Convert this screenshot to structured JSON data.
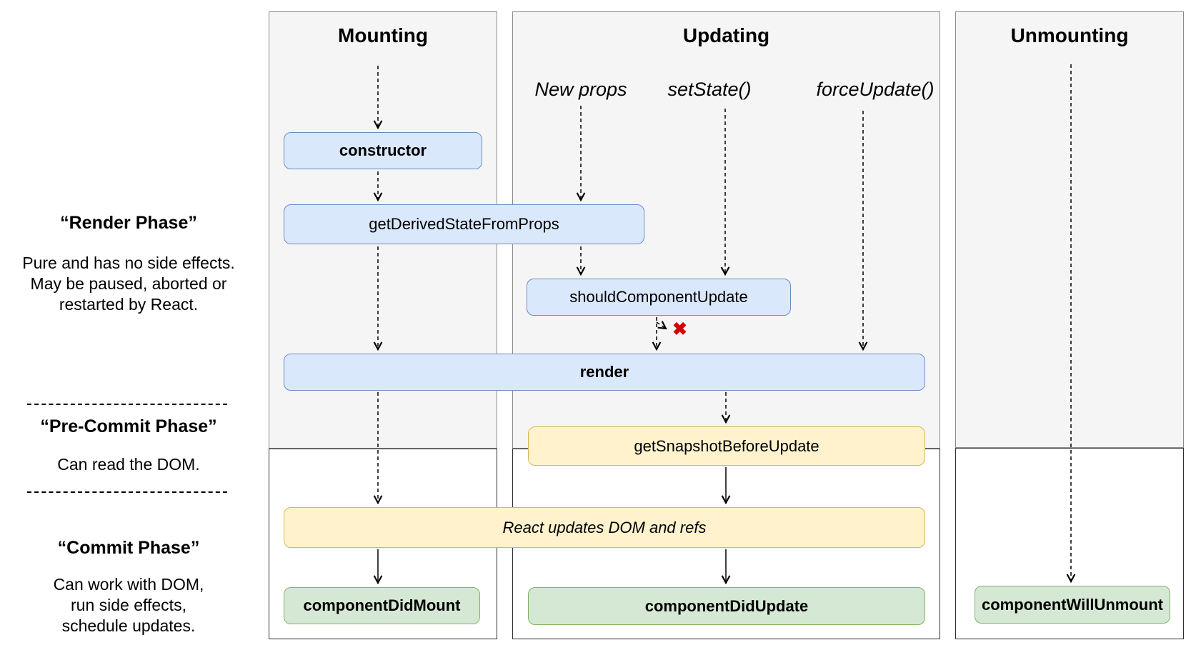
{
  "columns": {
    "mounting_title": "Mounting",
    "updating_title": "Updating",
    "unmounting_title": "Unmounting"
  },
  "triggers": {
    "new_props": "New props",
    "set_state": "setState()",
    "force_update": "forceUpdate()"
  },
  "boxes": {
    "constructor_box": "constructor",
    "get_derived_state_from_props": "getDerivedStateFromProps",
    "should_component_update": "shouldComponentUpdate",
    "render_box": "render",
    "get_snapshot_before_update": "getSnapshotBeforeUpdate",
    "react_updates_dom_and_refs": "React updates DOM and refs",
    "component_did_mount": "componentDidMount",
    "component_did_update": "componentDidUpdate",
    "component_will_unmount": "componentWillUnmount"
  },
  "phases": {
    "render_phase": {
      "title": "“Render Phase”",
      "lines": [
        "Pure and has no side effects.",
        "May be paused, aborted or",
        "restarted by React."
      ]
    },
    "pre_commit_phase": {
      "title": "“Pre-Commit Phase”",
      "lines": [
        "Can read the DOM."
      ]
    },
    "commit_phase": {
      "title": "“Commit Phase”",
      "lines": [
        "Can work with DOM,",
        "run side effects,",
        "schedule updates."
      ]
    }
  },
  "icons": {
    "halt_x_icon": "✖"
  },
  "colors": {
    "lifecycle_blue_fill": "#dae8fc",
    "lifecycle_blue_border": "#6c8ebf",
    "snapshot_yellow_fill": "#fff2cc",
    "snapshot_yellow_border": "#d6b656",
    "commit_green_fill": "#d5e8d4",
    "commit_green_border": "#82b366",
    "phase_region_gray": "#f5f5f5",
    "halt_x_red": "#d50000"
  }
}
